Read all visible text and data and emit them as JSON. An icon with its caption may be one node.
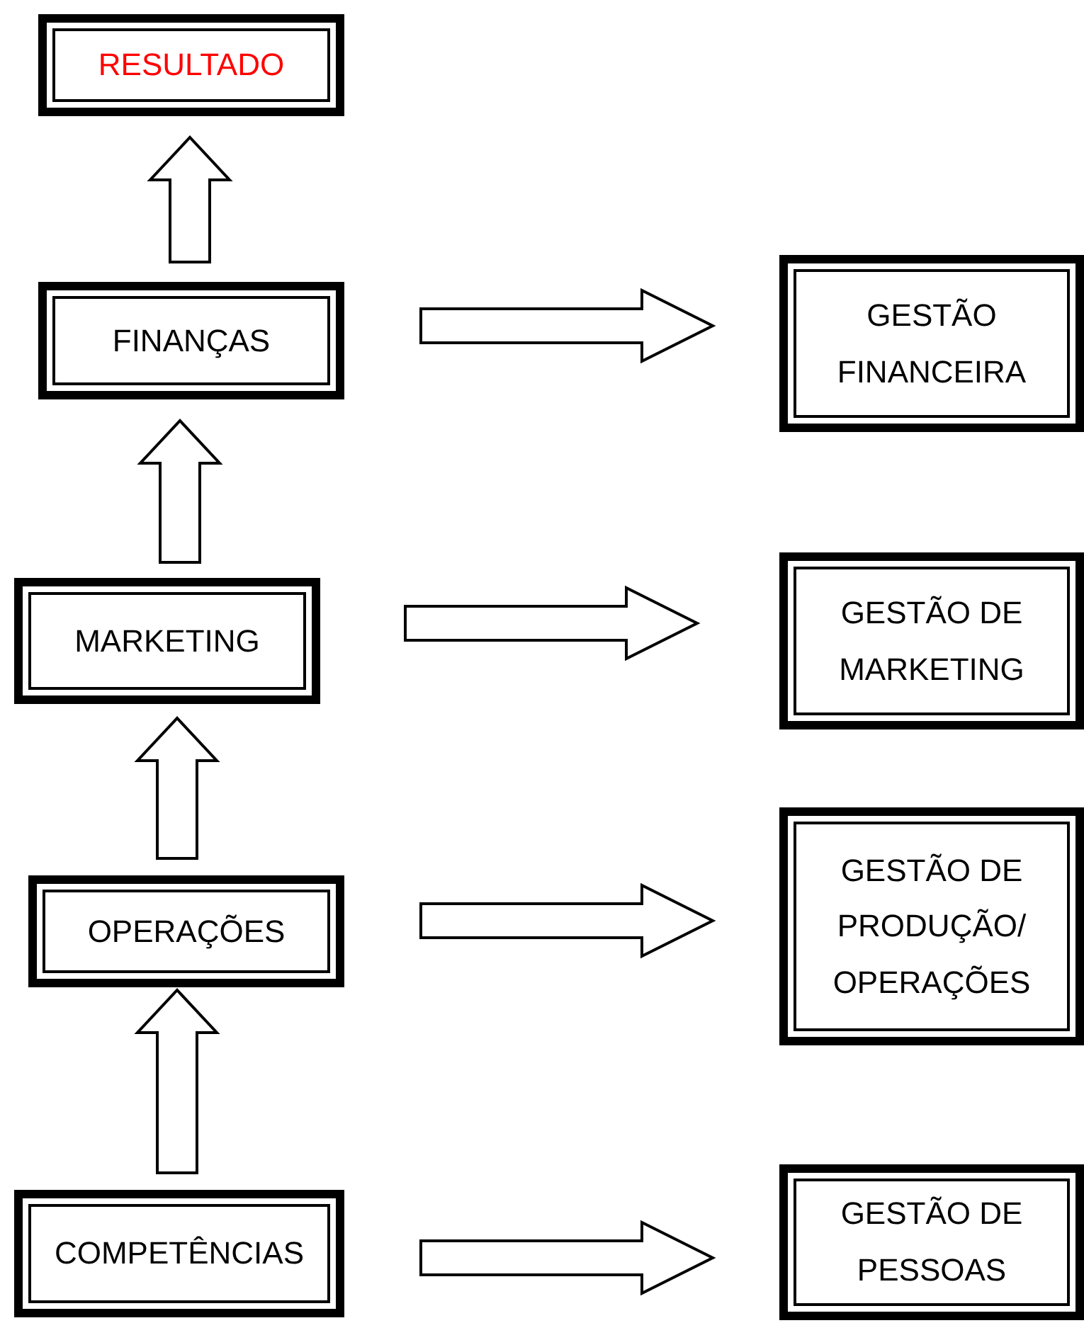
{
  "diagram": {
    "nodes": [
      {
        "text": [
          "RESULTADO"
        ]
      },
      {
        "text": [
          "FINANÇAS"
        ]
      },
      {
        "text": [
          "GESTÃO FINANCEIRA"
        ]
      },
      {
        "text": [
          "MARKETING"
        ]
      },
      {
        "text": [
          "GESTÃO DE MARKETING"
        ]
      },
      {
        "text": [
          "OPERAÇÕES"
        ]
      },
      {
        "text": [
          "GESTÃO DE PRODUÇÃO/ OPERAÇÕES"
        ]
      },
      {
        "text": [
          "COMPETÊNCIAS"
        ]
      },
      {
        "text": [
          "GESTÃO DE PESSOAS"
        ]
      }
    ],
    "edges": [
      {
        "from": 1,
        "to": 0,
        "arrow": "to"
      },
      {
        "from": 1,
        "to": 2,
        "arrow": "to"
      },
      {
        "from": 3,
        "to": 1,
        "arrow": "to"
      },
      {
        "from": 3,
        "to": 4,
        "arrow": "to"
      },
      {
        "from": 5,
        "to": 3,
        "arrow": "to"
      },
      {
        "from": 5,
        "to": 6,
        "arrow": "to"
      },
      {
        "from": 7,
        "to": 5,
        "arrow": "to"
      },
      {
        "from": 7,
        "to": 8,
        "arrow": "to"
      }
    ]
  }
}
